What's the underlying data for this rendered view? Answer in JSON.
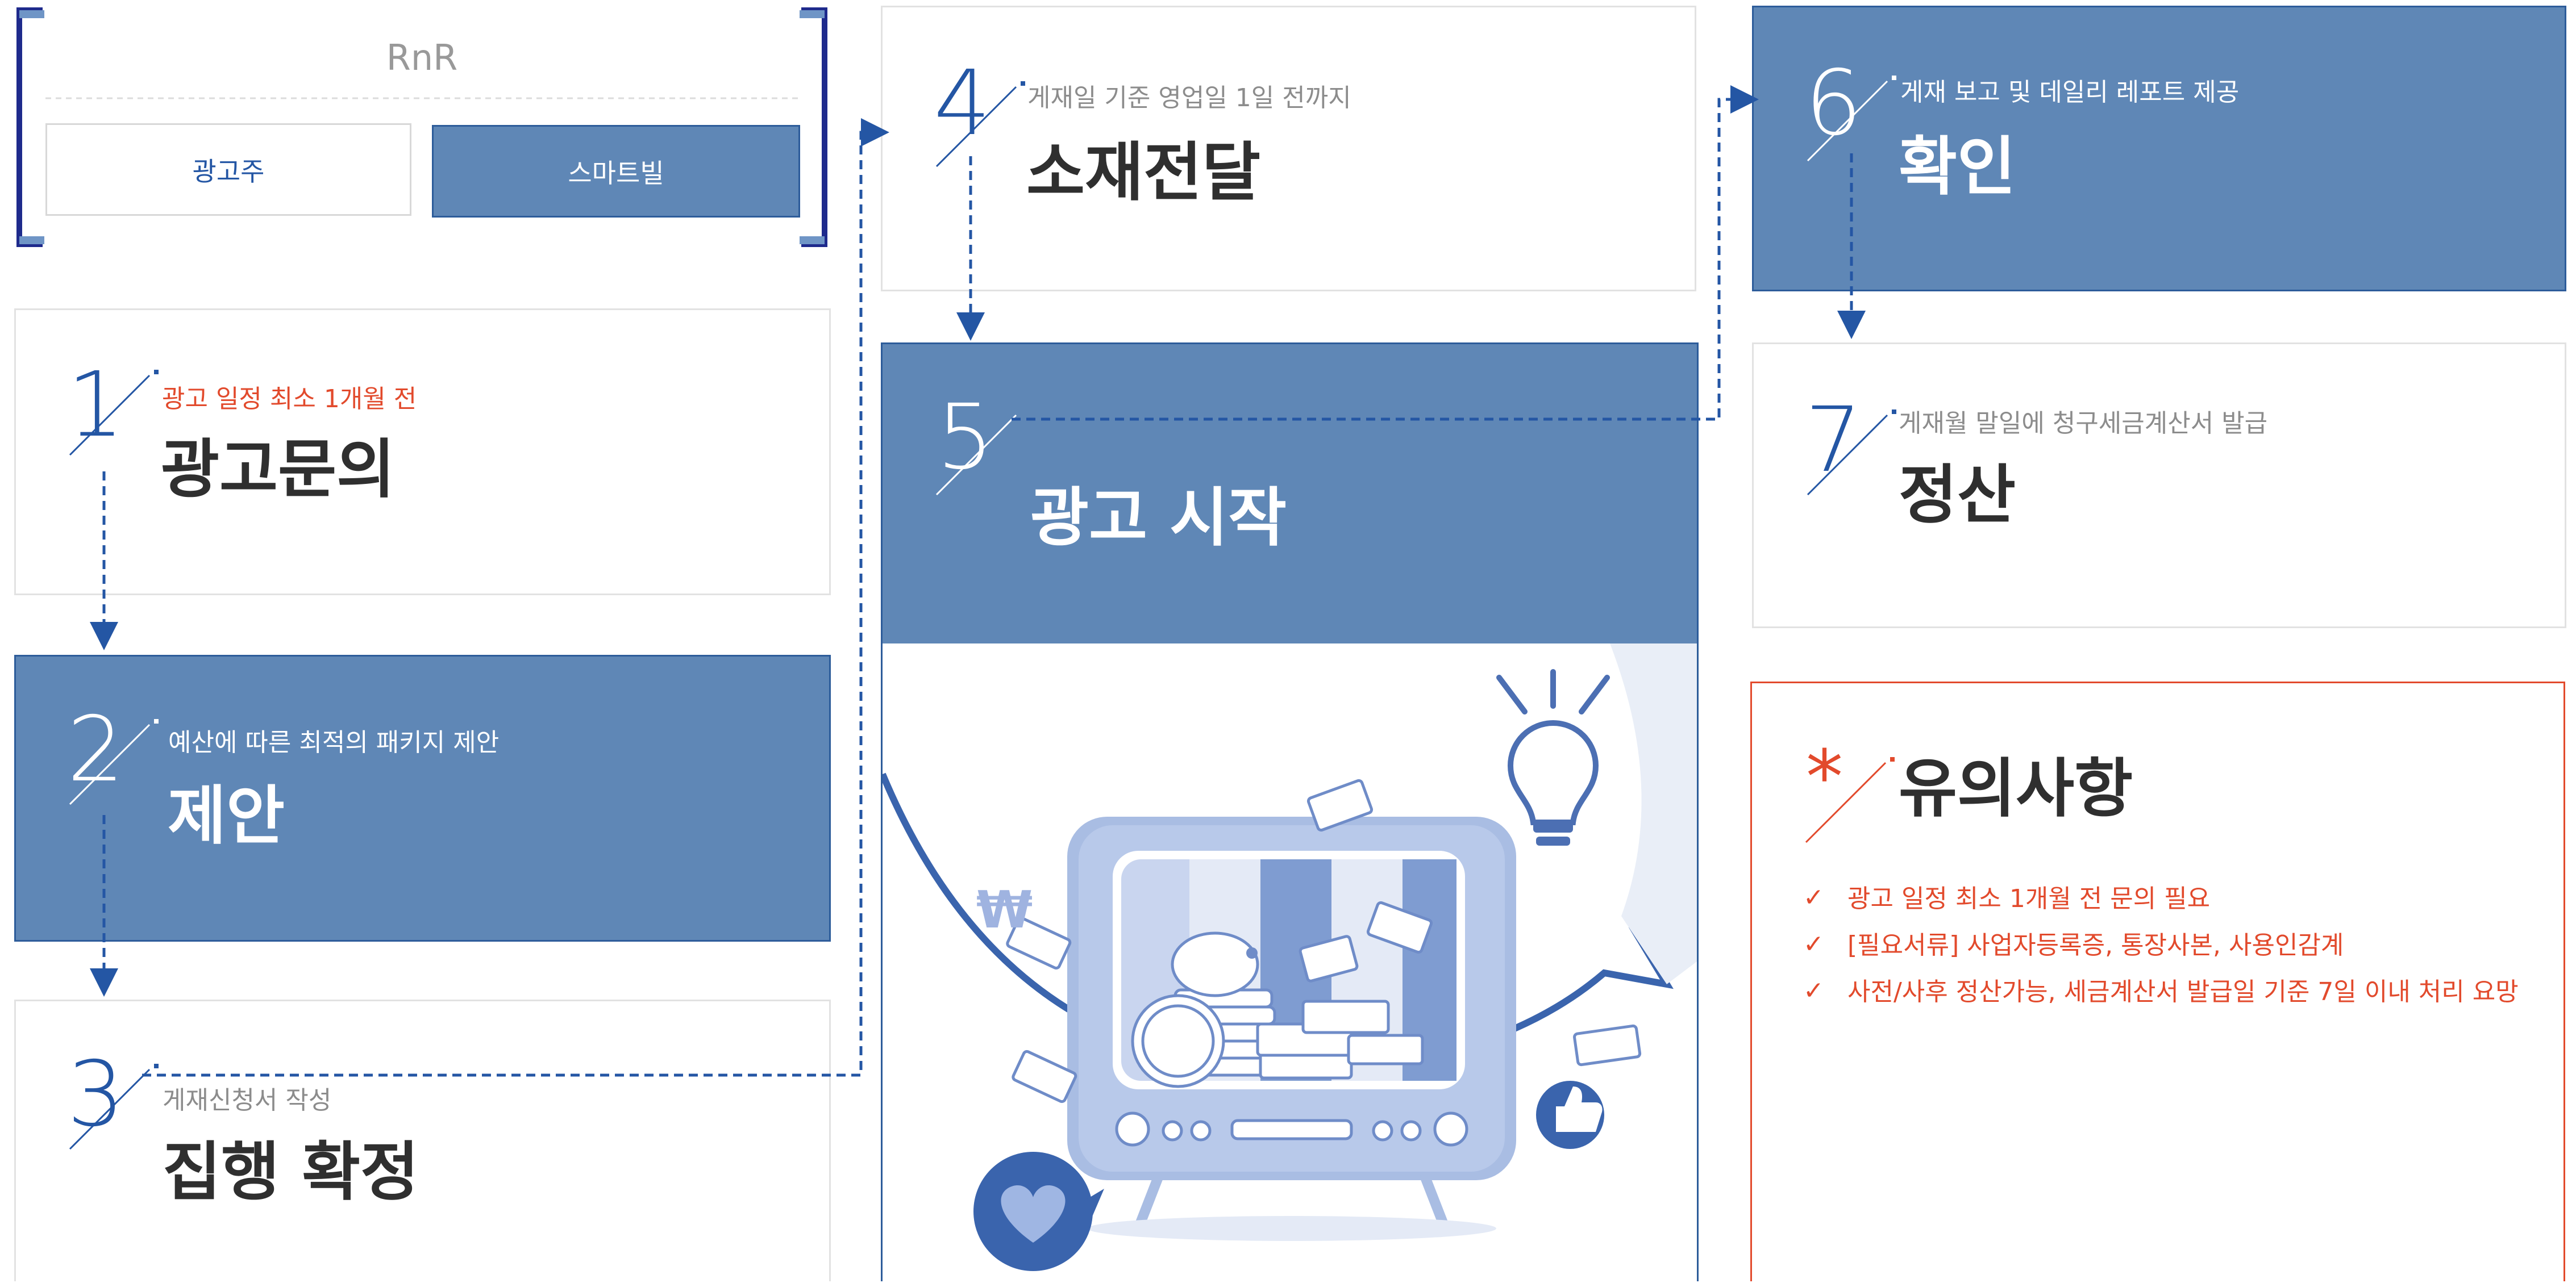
{
  "rnr": {
    "title": "RnR",
    "advertiser_label": "광고주",
    "smartbill_label": "스마트빌"
  },
  "steps": [
    {
      "number": "1",
      "subtitle": "광고 일정 최소 1개월 전",
      "title": "광고문의"
    },
    {
      "number": "2",
      "subtitle": "예산에 따른 최적의 패키지 제안",
      "title": "제안"
    },
    {
      "number": "3",
      "subtitle": "게재신청서 작성",
      "title": "집행 확정"
    },
    {
      "number": "4",
      "subtitle": "게재일 기준 영업일 1일 전까지",
      "title": "소재전달"
    },
    {
      "number": "5",
      "subtitle": "",
      "title": "광고 시작"
    },
    {
      "number": "6",
      "subtitle": "게재 보고 및 데일리 레포트 제공",
      "title": "확인"
    },
    {
      "number": "7",
      "subtitle": "게재월 말일에 청구세금계산서 발급",
      "title": "정산"
    }
  ],
  "illustration": {
    "currency_symbol": "₩"
  },
  "notice": {
    "mark": "*",
    "title": "유의사항",
    "items": [
      "광고 일정 최소 1개월 전 문의 필요",
      "[필요서류] 사업자등록증, 통장사본, 사용인감계",
      "사전/사후 정산가능, 세금계산서 발급일 기준 7일 이내 처리 요망"
    ]
  },
  "colors": {
    "blue_card": "#5f87b6",
    "accent_blue": "#2456a4",
    "dark_navy": "#1e2a8c",
    "red": "#e24a2c",
    "text_dark": "#2f2f2f"
  }
}
